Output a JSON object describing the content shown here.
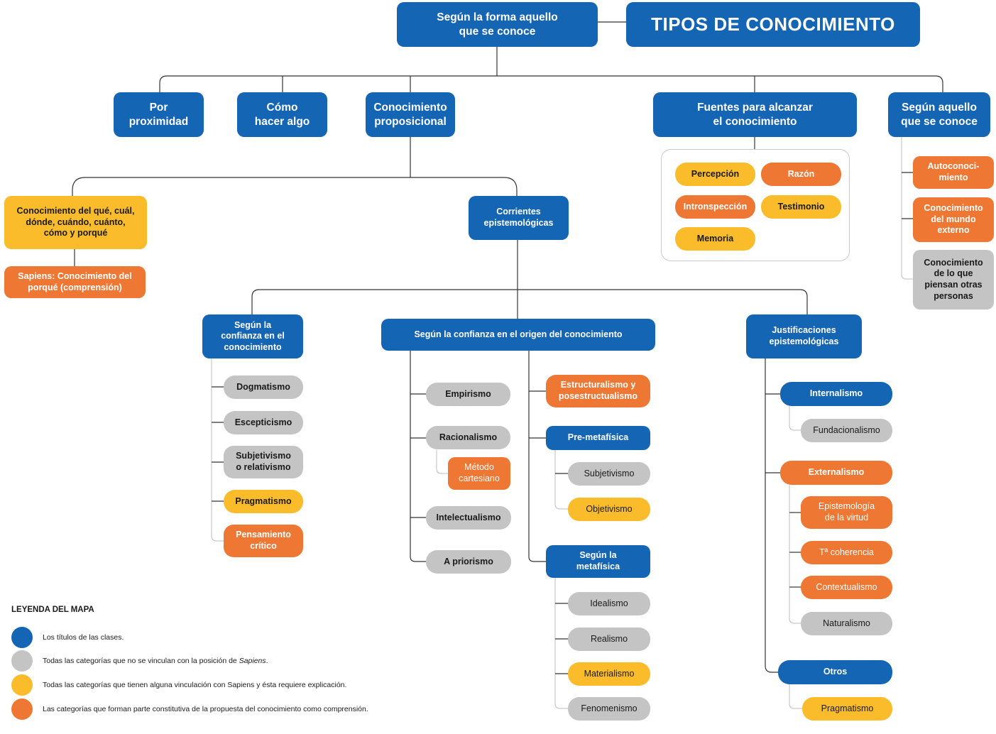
{
  "colors": {
    "blue": "#1565b5",
    "gray": "#c4c4c4",
    "yellow": "#fbbc2c",
    "orange": "#ee7733"
  },
  "header": {
    "title": "TIPOS DE CONOCIMIENTO",
    "root": "Según la forma aquello\nque se conoce"
  },
  "level1": {
    "proximidad": "Por\nproximidad",
    "hacer": "Cómo\nhacer algo",
    "proposicional": "Conocimiento\nproposicional",
    "fuentes": "Fuentes para alcanzar\nel conocimiento",
    "aquello": "Según aquello\nque se conoce"
  },
  "fuentes_items": {
    "percepcion": "Percepción",
    "razon": "Razón",
    "introspeccion": "Intronspección",
    "testimonio": "Testimonio",
    "memoria": "Memoria"
  },
  "aquello_items": {
    "autoconocimiento": "Autoconoci-\nmiento",
    "mundo": "Conocimiento\ndel mundo\nexterno",
    "otras": "Conocimiento\nde lo que\npiensan otras\npersonas"
  },
  "proposicional": {
    "que": "Conocimiento del qué, cuál,\ndónde, cuándo, cuánto,\ncómo y porqué",
    "sapiens": "Sapiens: Conocimiento del\nporqué (comprensión)",
    "corrientes": "Corrientes\nepistemológicas"
  },
  "corrientes": {
    "confianza": "Según la\nconfianza en el\nconocimiento",
    "origen": "Según la confianza en el origen del conocimiento",
    "justificaciones": "Justificaciones\nepistemológicas"
  },
  "confianza_items": {
    "dogmatismo": "Dogmatismo",
    "escepticismo": "Escepticismo",
    "subjetivismo": "Subjetivismo\no relativismo",
    "pragmatismo": "Pragmatismo",
    "pensamiento": "Pensamiento\ncrítico"
  },
  "origen_left": {
    "empirismo": "Empirismo",
    "racionalismo": "Racionalismo",
    "metodo": "Método\ncartesiano",
    "intelectualismo": "Intelectualismo",
    "apriorismo": "A priorismo"
  },
  "origen_right": {
    "estructuralismo": "Estructuralismo y\nposestructualismo",
    "premetafisica": "Pre-metafísica",
    "subjetivismo": "Subjetivismo",
    "objetivismo": "Objetivismo",
    "metafisica": "Según la\nmetafísica",
    "idealismo": "Idealismo",
    "realismo": "Realismo",
    "materialismo": "Materialismo",
    "fenomenismo": "Fenomenismo"
  },
  "justificaciones_items": {
    "internalismo": "Internalismo",
    "fundacionalismo": "Fundacionalismo",
    "externalismo": "Externalismo",
    "virtud": "Epistemología\nde la virtud",
    "coherencia": "Tª coherencia",
    "contextualismo": "Contextualismo",
    "naturalismo": "Naturalismo",
    "otros": "Otros",
    "pragmatismo": "Pragmatismo"
  },
  "legend": {
    "title": "LEYENDA DEL MAPA",
    "blue": "Los títulos de las clases.",
    "gray_before": "Todas las categorías que no se vinculan con la posición de ",
    "gray_em": "Sapiens",
    "gray_after": ".",
    "yellow": "Todas las categorías que tienen alguna vinculación con Sapiens y ésta requiere explicación.",
    "orange": "Las categorías que forman parte constitutiva de la propuesta del conocimiento como comprensión."
  }
}
